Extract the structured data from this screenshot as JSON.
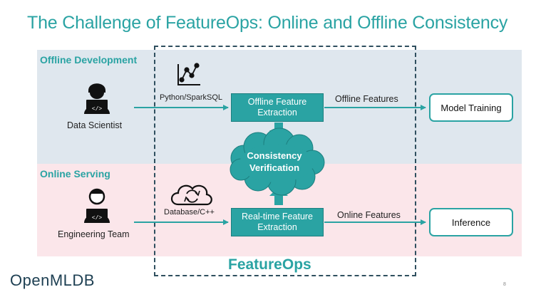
{
  "title": "The Challenge of FeatureOps: Online and Offline Consistency",
  "sections": {
    "offline_label": "Offline Development",
    "online_label": "Online Serving"
  },
  "actors": {
    "data_scientist": "Data Scientist",
    "engineering_team": "Engineering Team"
  },
  "edges": {
    "python_spark": "Python/SparkSQL",
    "database_cpp": "Database/C++",
    "offline_features": "Offline Features",
    "online_features": "Online Features"
  },
  "processes": {
    "offline_extraction": "Offline Feature\nExtraction",
    "realtime_extraction": "Real-time Feature\nExtraction",
    "consistency": "Consistency\nVerification"
  },
  "outputs": {
    "model_training": "Model Training",
    "inference": "Inference"
  },
  "boundary_label": "FeatureOps",
  "logo": "OpenMLDB",
  "page_number": "8",
  "colors": {
    "accent": "#2aa3a3",
    "offline_band": "#dfe7ee",
    "online_band": "#fbe6ea",
    "dashed_border": "#2f4f5f"
  },
  "icons": [
    "person-laptop-icon",
    "chart-icon",
    "cloud-sync-icon"
  ]
}
